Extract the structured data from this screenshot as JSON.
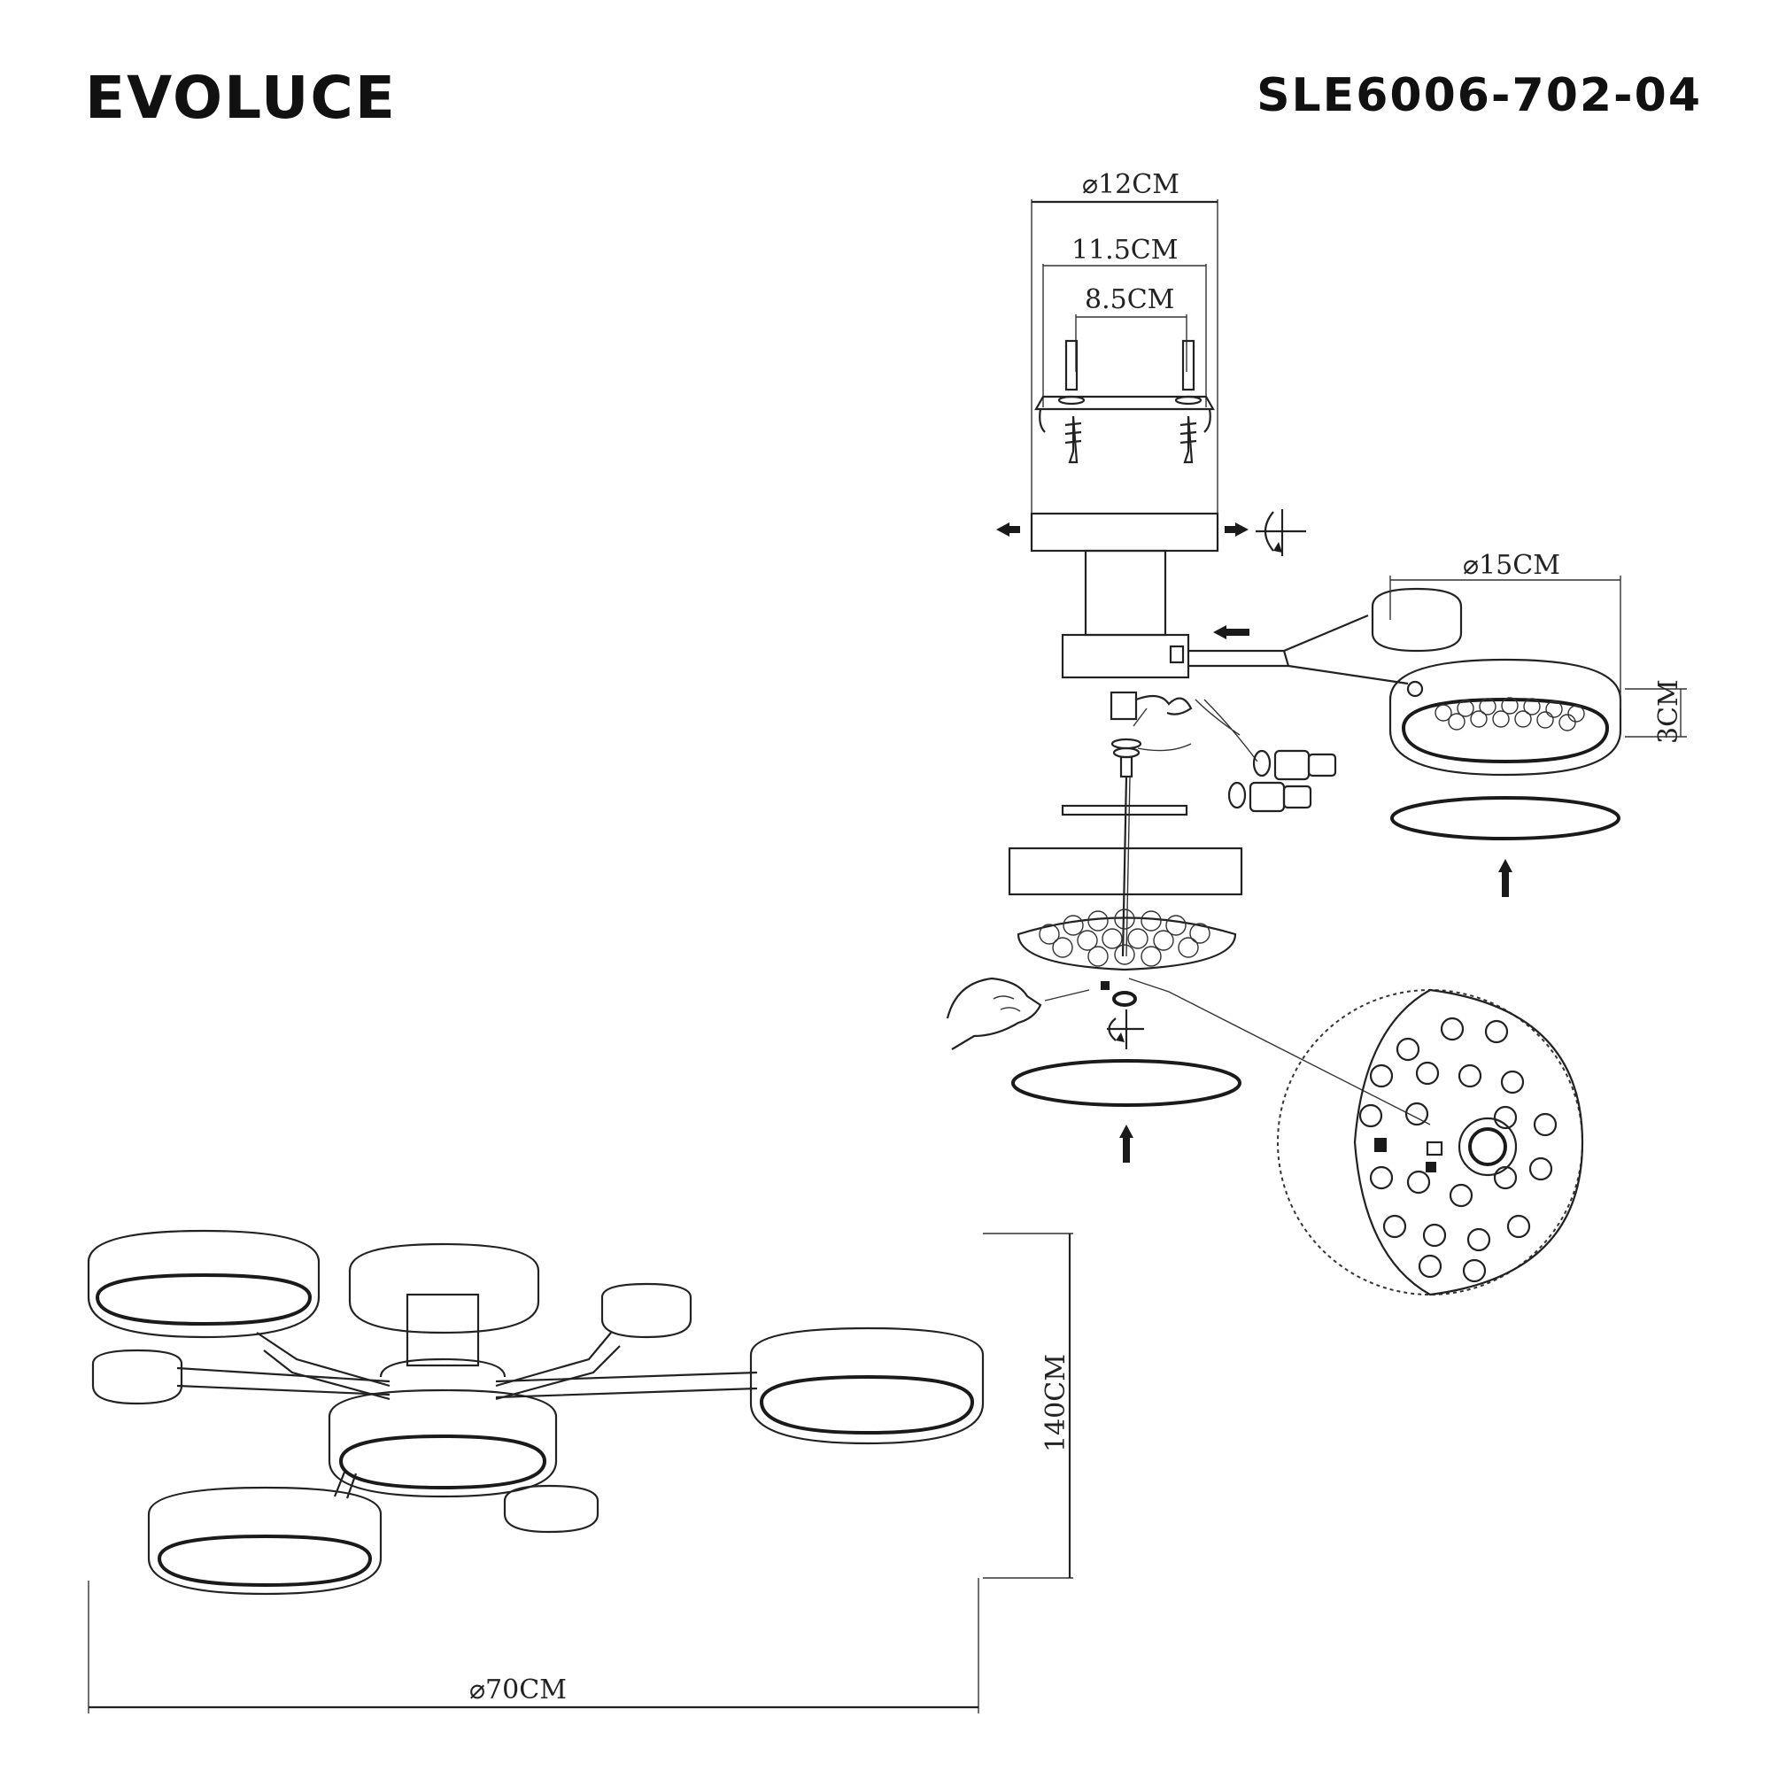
{
  "header": {
    "brand": "EVOLUCE",
    "model": "SLE6006-702-04"
  },
  "dimensions": {
    "canopy_diameter": "⌀12CM",
    "bracket_width": "11.5CM",
    "screw_spacing": "8.5CM",
    "small_shade_diameter": "⌀15CM",
    "shade_height": "3CM",
    "total_height": "140CM",
    "total_diameter": "⌀70CM"
  },
  "icons": {
    "rotate": "rotate-icon",
    "arrow_up": "arrow-up-icon",
    "arrow_left": "arrow-left-icon",
    "hand": "hand-icon",
    "screw": "screw-icon"
  },
  "colors": {
    "ink": "#1a1a1a",
    "background": "#ffffff"
  }
}
